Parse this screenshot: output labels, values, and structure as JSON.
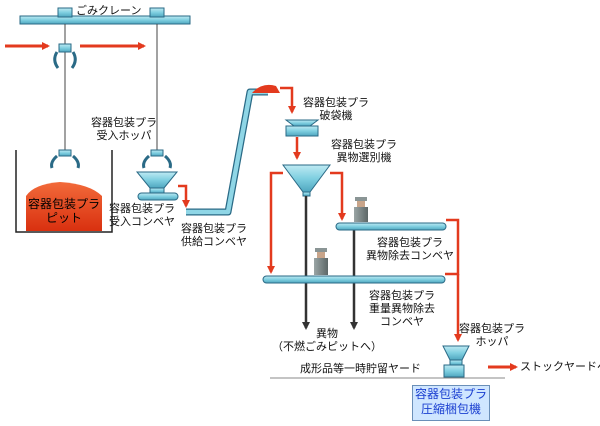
{
  "colors": {
    "steel": "#7fcfe0",
    "steel_dark": "#2a6a86",
    "accent_red": "#e33a1e",
    "waste_red": "#e8431d",
    "baler_bg": "#cfe6ff",
    "baler_text": "#1a3fd0"
  },
  "labels": {
    "crane": "ごみクレーン",
    "pit": [
      "容器包装プラ",
      "ピット"
    ],
    "receiving_hopper": [
      "容器包装プラ",
      "受入ホッパ"
    ],
    "receiving_conveyor": [
      "容器包装プラ",
      "受入コンベヤ"
    ],
    "feed_conveyor": [
      "容器包装プラ",
      "供給コンベヤ"
    ],
    "bag_breaker": [
      "容器包装プラ",
      "破袋機"
    ],
    "sorter": [
      "容器包装プラ",
      "異物選別機"
    ],
    "foreign_conveyor": [
      "容器包装プラ",
      "異物除去コンベヤ"
    ],
    "heavy_conveyor": [
      "容器包装プラ",
      "重量異物除去",
      "コンベヤ"
    ],
    "foreign_matter": [
      "異物",
      "（不燃ごみピットへ）"
    ],
    "hopper": [
      "容器包装プラ",
      "ホッパ"
    ],
    "temp_yard": "成形品等一時貯留ヤード",
    "to_stock": "ストックヤードへ",
    "baler": [
      "容器包装プラ",
      "圧縮梱包機"
    ]
  }
}
